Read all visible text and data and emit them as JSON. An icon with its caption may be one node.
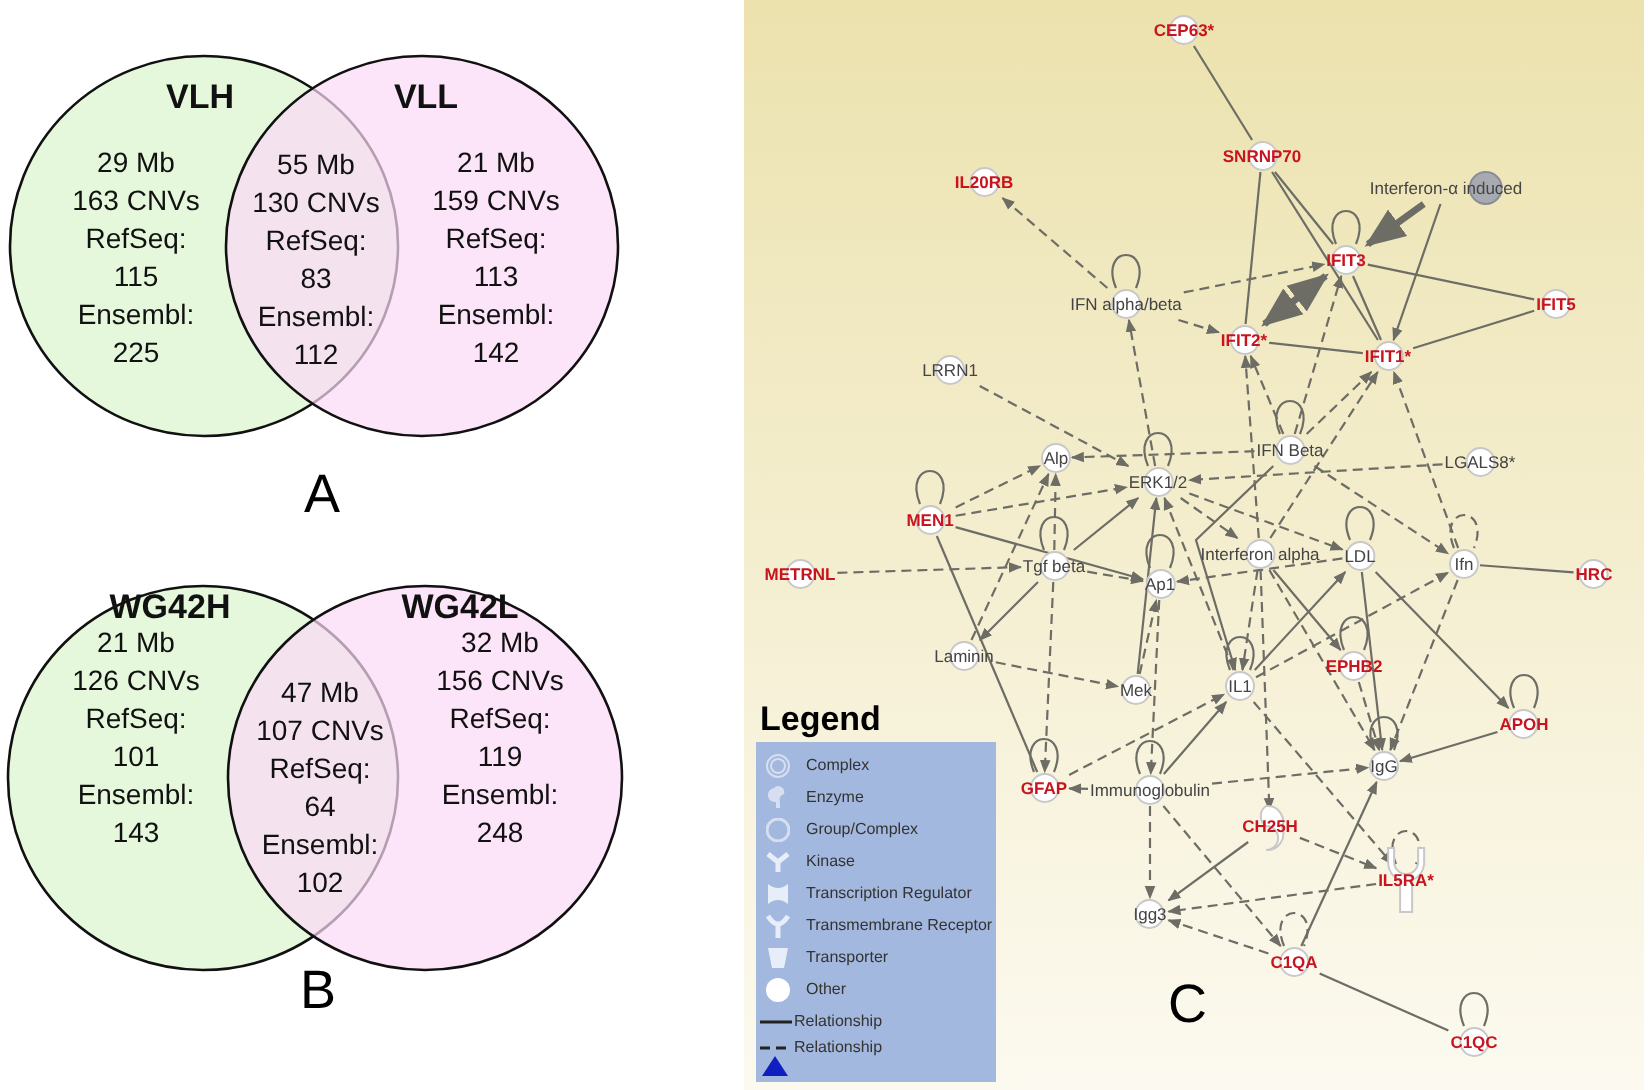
{
  "diagram": {
    "nodes": [
      {
        "text": [
          "VLH",
          "29 Mb 163 CNVs RefSeq: 115 Ensembl: 225"
        ]
      },
      {
        "text": [
          "VLL",
          "21 Mb 159 CNVs RefSeq: 113 Ensembl: 142"
        ]
      },
      {
        "text": [
          "WG42H",
          "21 Mb 126 CNVs RefSeq: 101 Ensembl: 143"
        ]
      },
      {
        "text": [
          "WG42L",
          "32 Mb 156 CNVs RefSeq: 119 Ensembl: 248"
        ]
      },
      {
        "text": [
          "CEP63*"
        ]
      },
      {
        "text": [
          "SNRNP70"
        ]
      },
      {
        "text": [
          "IL20RB"
        ]
      },
      {
        "text": [
          "Interferon-α induced"
        ]
      },
      {
        "text": [
          "IFIT3"
        ]
      },
      {
        "text": [
          "IFN alpha/beta"
        ]
      },
      {
        "text": [
          "IFIT5"
        ]
      },
      {
        "text": [
          "IFIT2*"
        ]
      },
      {
        "text": [
          "IFIT1*"
        ]
      },
      {
        "text": [
          "LRRN1"
        ]
      },
      {
        "text": [
          "Alp"
        ]
      },
      {
        "text": [
          "ERK1/2"
        ]
      },
      {
        "text": [
          "IFN Beta"
        ]
      },
      {
        "text": [
          "LGALS8*"
        ]
      },
      {
        "text": [
          "MEN1"
        ]
      },
      {
        "text": [
          "Interferon alpha"
        ]
      },
      {
        "text": [
          "LDL"
        ]
      },
      {
        "text": [
          "Ifn"
        ]
      },
      {
        "text": [
          "METRNL"
        ]
      },
      {
        "text": [
          "Tgf beta"
        ]
      },
      {
        "text": [
          "Ap1"
        ]
      },
      {
        "text": [
          "HRC"
        ]
      },
      {
        "text": [
          "Laminin"
        ]
      },
      {
        "text": [
          "EPHB2"
        ]
      },
      {
        "text": [
          "Mek"
        ]
      },
      {
        "text": [
          "IL1"
        ]
      },
      {
        "text": [
          "APOH"
        ]
      },
      {
        "text": [
          "GFAP"
        ]
      },
      {
        "text": [
          "Immunoglobulin"
        ]
      },
      {
        "text": [
          "IgG"
        ]
      },
      {
        "text": [
          "CH25H"
        ]
      },
      {
        "text": [
          "IL5RA*"
        ]
      },
      {
        "text": [
          "Igg3"
        ]
      },
      {
        "text": [
          "C1QA"
        ]
      },
      {
        "text": [
          "C1QC"
        ]
      }
    ],
    "edges": [
      {
        "from": 4,
        "to": 5,
        "arrow": "none"
      },
      {
        "from": 5,
        "to": 11,
        "arrow": "none"
      },
      {
        "from": 5,
        "to": 8,
        "arrow": "none"
      },
      {
        "from": 5,
        "to": 12,
        "arrow": "none"
      },
      {
        "from": 7,
        "to": 8,
        "arrow": "to",
        "style": "thick"
      },
      {
        "from": 7,
        "to": 12,
        "arrow": "to"
      },
      {
        "from": 8,
        "to": 10,
        "arrow": "none"
      },
      {
        "from": 8,
        "to": 11,
        "arrow": "both",
        "style": "thick"
      },
      {
        "from": 8,
        "to": 12,
        "arrow": "none"
      },
      {
        "from": 11,
        "to": 12,
        "arrow": "none"
      },
      {
        "from": 12,
        "to": 10,
        "arrow": "none"
      },
      {
        "from": 9,
        "to": 6,
        "arrow": "to",
        "style": "dashed"
      },
      {
        "from": 9,
        "to": 8,
        "arrow": "to",
        "style": "dashed"
      },
      {
        "from": 9,
        "to": 11,
        "arrow": "to",
        "style": "dashed"
      },
      {
        "from": 15,
        "to": 9,
        "arrow": "to",
        "style": "dashed"
      },
      {
        "from": 16,
        "to": 11,
        "arrow": "to",
        "style": "dashed"
      },
      {
        "from": 16,
        "to": 12,
        "arrow": "to",
        "style": "dashed"
      },
      {
        "from": 16,
        "to": 8,
        "arrow": "to",
        "style": "dashed"
      },
      {
        "from": 19,
        "to": 12,
        "arrow": "to",
        "style": "dashed"
      },
      {
        "from": 19,
        "to": 11,
        "arrow": "to",
        "style": "dashed"
      },
      {
        "from": 13,
        "to": 15,
        "arrow": "to",
        "style": "dashed"
      },
      {
        "from": 21,
        "to": 12,
        "arrow": "to",
        "style": "dashed"
      },
      {
        "from": 18,
        "to": 14,
        "arrow": "to",
        "style": "dashed"
      },
      {
        "from": 18,
        "to": 15,
        "arrow": "to",
        "style": "dashed"
      },
      {
        "from": 18,
        "to": 24,
        "arrow": "to"
      },
      {
        "from": 18,
        "to": 31,
        "arrow": "none"
      },
      {
        "from": 22,
        "to": 23,
        "arrow": "to",
        "style": "dashed"
      },
      {
        "from": 23,
        "to": 14,
        "arrow": "to",
        "style": "dashed"
      },
      {
        "from": 23,
        "to": 15,
        "arrow": "to"
      },
      {
        "from": 23,
        "to": 24,
        "arrow": "to",
        "style": "dashed"
      },
      {
        "from": 23,
        "to": 26,
        "arrow": "to"
      },
      {
        "from": 23,
        "to": 31,
        "arrow": "to",
        "style": "dashed"
      },
      {
        "from": 16,
        "to": 14,
        "arrow": "to",
        "style": "dashed"
      },
      {
        "from": 15,
        "to": 19,
        "arrow": "to",
        "style": "dashed"
      },
      {
        "from": 15,
        "to": 20,
        "arrow": "to",
        "style": "dashed"
      },
      {
        "from": 17,
        "to": 15,
        "arrow": "to",
        "style": "dashed"
      },
      {
        "from": 16,
        "to": 21,
        "arrow": "to",
        "style": "dashed"
      },
      {
        "from": 20,
        "to": 24,
        "arrow": "to",
        "style": "dashed"
      },
      {
        "from": 21,
        "to": 25,
        "arrow": "none"
      },
      {
        "from": 20,
        "to": 30,
        "arrow": "to"
      },
      {
        "from": 19,
        "to": 27,
        "arrow": "to"
      },
      {
        "from": 29,
        "to": 15,
        "arrow": "to",
        "style": "dashed"
      },
      {
        "from": 29,
        "to": 20,
        "arrow": "to"
      },
      {
        "from": 29,
        "to": 21,
        "arrow": "to",
        "style": "dashed"
      },
      {
        "from": 28,
        "to": 15,
        "arrow": "to"
      },
      {
        "from": 28,
        "to": 24,
        "arrow": "to",
        "style": "dashed"
      },
      {
        "from": 26,
        "to": 28,
        "arrow": "to",
        "style": "dashed"
      },
      {
        "from": 26,
        "to": 14,
        "arrow": "to",
        "style": "dashed"
      },
      {
        "from": 32,
        "to": 31,
        "arrow": "to",
        "style": "dashed"
      },
      {
        "from": 31,
        "to": 29,
        "arrow": "to",
        "style": "dashed"
      },
      {
        "from": 32,
        "to": 33,
        "arrow": "to",
        "style": "dashed"
      },
      {
        "from": 32,
        "to": 36,
        "arrow": "to",
        "style": "dashed"
      },
      {
        "from": 32,
        "to": 29,
        "arrow": "to"
      },
      {
        "from": 30,
        "to": 33,
        "arrow": "to"
      },
      {
        "from": 34,
        "to": 36,
        "arrow": "to"
      },
      {
        "from": 35,
        "to": 36,
        "arrow": "to",
        "style": "dashed"
      },
      {
        "from": 37,
        "to": 36,
        "arrow": "to",
        "style": "dashed"
      },
      {
        "from": 37,
        "to": 33,
        "arrow": "to"
      },
      {
        "from": 37,
        "to": 38,
        "arrow": "none"
      },
      {
        "from": 32,
        "to": 37,
        "arrow": "to",
        "style": "dashed"
      },
      {
        "from": 34,
        "to": 35,
        "arrow": "to",
        "style": "dashed"
      },
      {
        "from": 19,
        "to": 33,
        "arrow": "to",
        "style": "dashed"
      },
      {
        "from": 27,
        "to": 33,
        "arrow": "to",
        "style": "dashed"
      },
      {
        "from": 29,
        "to": 35,
        "arrow": "to",
        "style": "dashed"
      },
      {
        "from": 20,
        "to": 33,
        "arrow": "to"
      },
      {
        "from": 21,
        "to": 33,
        "arrow": "to",
        "style": "dashed"
      },
      {
        "from": 19,
        "to": 29,
        "arrow": "to",
        "style": "dashed"
      },
      {
        "from": 16,
        "to": 29,
        "arrow": "to"
      },
      {
        "from": 24,
        "to": 32,
        "arrow": "to",
        "style": "dashed"
      },
      {
        "from": 19,
        "to": 34,
        "arrow": "to",
        "style": "dashed"
      },
      {
        "from": 8,
        "to": 8,
        "arrow": "none"
      },
      {
        "from": 9,
        "to": 9,
        "arrow": "none"
      },
      {
        "from": 15,
        "to": 15,
        "arrow": "none"
      },
      {
        "from": 16,
        "to": 16,
        "arrow": "none"
      },
      {
        "from": 18,
        "to": 18,
        "arrow": "none"
      },
      {
        "from": 23,
        "to": 23,
        "arrow": "none"
      },
      {
        "from": 24,
        "to": 24,
        "arrow": "none"
      },
      {
        "from": 20,
        "to": 20,
        "arrow": "none"
      },
      {
        "from": 21,
        "to": 21,
        "arrow": "none",
        "style": "dashed"
      },
      {
        "from": 27,
        "to": 27,
        "arrow": "none"
      },
      {
        "from": 29,
        "to": 29,
        "arrow": "none"
      },
      {
        "from": 30,
        "to": 30,
        "arrow": "none"
      },
      {
        "from": 31,
        "to": 31,
        "arrow": "none"
      },
      {
        "from": 32,
        "to": 32,
        "arrow": "none"
      },
      {
        "from": 33,
        "to": 33,
        "arrow": "none"
      },
      {
        "from": 35,
        "to": 35,
        "arrow": "none",
        "style": "dashed"
      },
      {
        "from": 37,
        "to": 37,
        "arrow": "none",
        "style": "dashed"
      },
      {
        "from": 38,
        "to": 38,
        "arrow": "none"
      }
    ],
    "labels": [
      "55 Mb 130 CNVs RefSeq: 83 Ensembl: 112",
      "A",
      "47 Mb 107 CNVs RefSeq: 64 Ensembl: 102",
      "B",
      "Legend",
      "C"
    ],
    "legend": [
      {
        "text": "Complex"
      },
      {
        "text": "Enzyme"
      },
      {
        "text": "Group/Complex"
      },
      {
        "text": "Kinase"
      },
      {
        "text": "Transcription Regulator"
      },
      {
        "text": "Transmembrane Receptor"
      },
      {
        "text": "Transporter"
      },
      {
        "text": "Other"
      },
      {
        "text": "Relationship"
      },
      {
        "text": "Relationship"
      }
    ]
  }
}
